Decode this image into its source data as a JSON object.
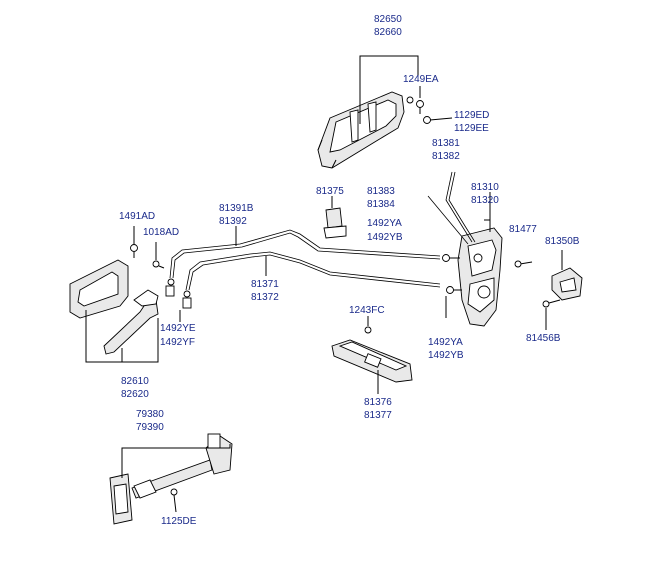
{
  "labels": {
    "p82650": "82650",
    "p82660": "82660",
    "p1249EA": "1249EA",
    "p1129ED": "1129ED",
    "p1129EE": "1129EE",
    "p81381": "81381",
    "p81382": "81382",
    "p81375": "81375",
    "p81383": "81383",
    "p81384": "81384",
    "p81310": "81310",
    "p81320": "81320",
    "p1491AD": "1491AD",
    "p1018AD": "1018AD",
    "p81391B": "81391B",
    "p81392": "81392",
    "p1492YA_top": "1492YA",
    "p1492YB_top": "1492YB",
    "p81477": "81477",
    "p81350B": "81350B",
    "p81371": "81371",
    "p81372": "81372",
    "p1243FC": "1243FC",
    "p1492YE": "1492YE",
    "p1492YF": "1492YF",
    "p1492YA_bot": "1492YA",
    "p1492YB_bot": "1492YB",
    "p81456B": "81456B",
    "p82610": "82610",
    "p82620": "82620",
    "p81376": "81376",
    "p81377": "81377",
    "p79380": "79380",
    "p79390": "79390",
    "p1125DE": "1125DE"
  }
}
